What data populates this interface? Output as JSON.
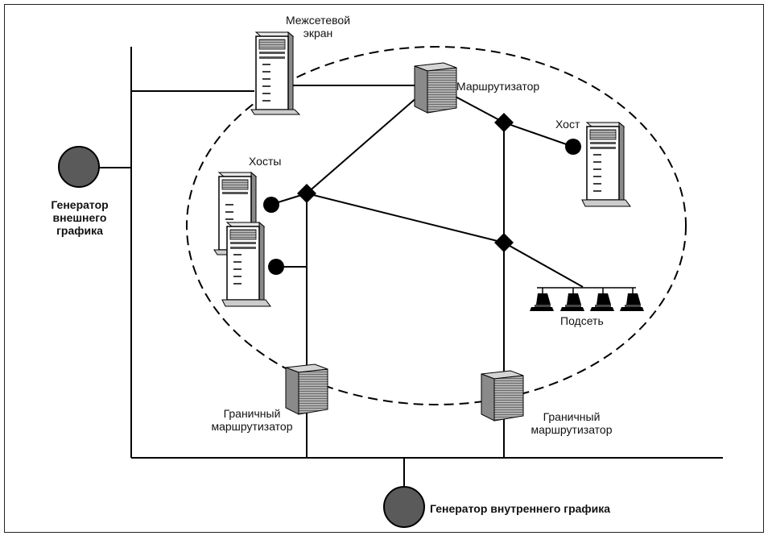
{
  "labels": {
    "firewall_line1": "Межсетевой",
    "firewall_line2": "экран",
    "router": "Маршрутизатор",
    "host": "Хост",
    "hosts": "Хосты",
    "subnet": "Подсеть",
    "border_router_left_line1": "Граничный",
    "border_router_left_line2": "маршрутизатор",
    "border_router_right_line1": "Граничный",
    "border_router_right_line2": "маршрутизатор",
    "ext_gen_line1": "Генератор",
    "ext_gen_line2": "внешнего",
    "ext_gen_line3": "графика",
    "int_gen": "Генератор внутреннего графика"
  },
  "icons": {
    "tower": "server-tower-icon",
    "router": "router-box-icon",
    "workstation": "workstation-icon",
    "generator": "traffic-generator-icon",
    "switch": "switch-diamond-icon"
  },
  "colors": {
    "line": "#000000",
    "generator_fill": "#5a5a5a",
    "device_fill": "#ffffff",
    "router_fill": "#a8a8a8"
  }
}
